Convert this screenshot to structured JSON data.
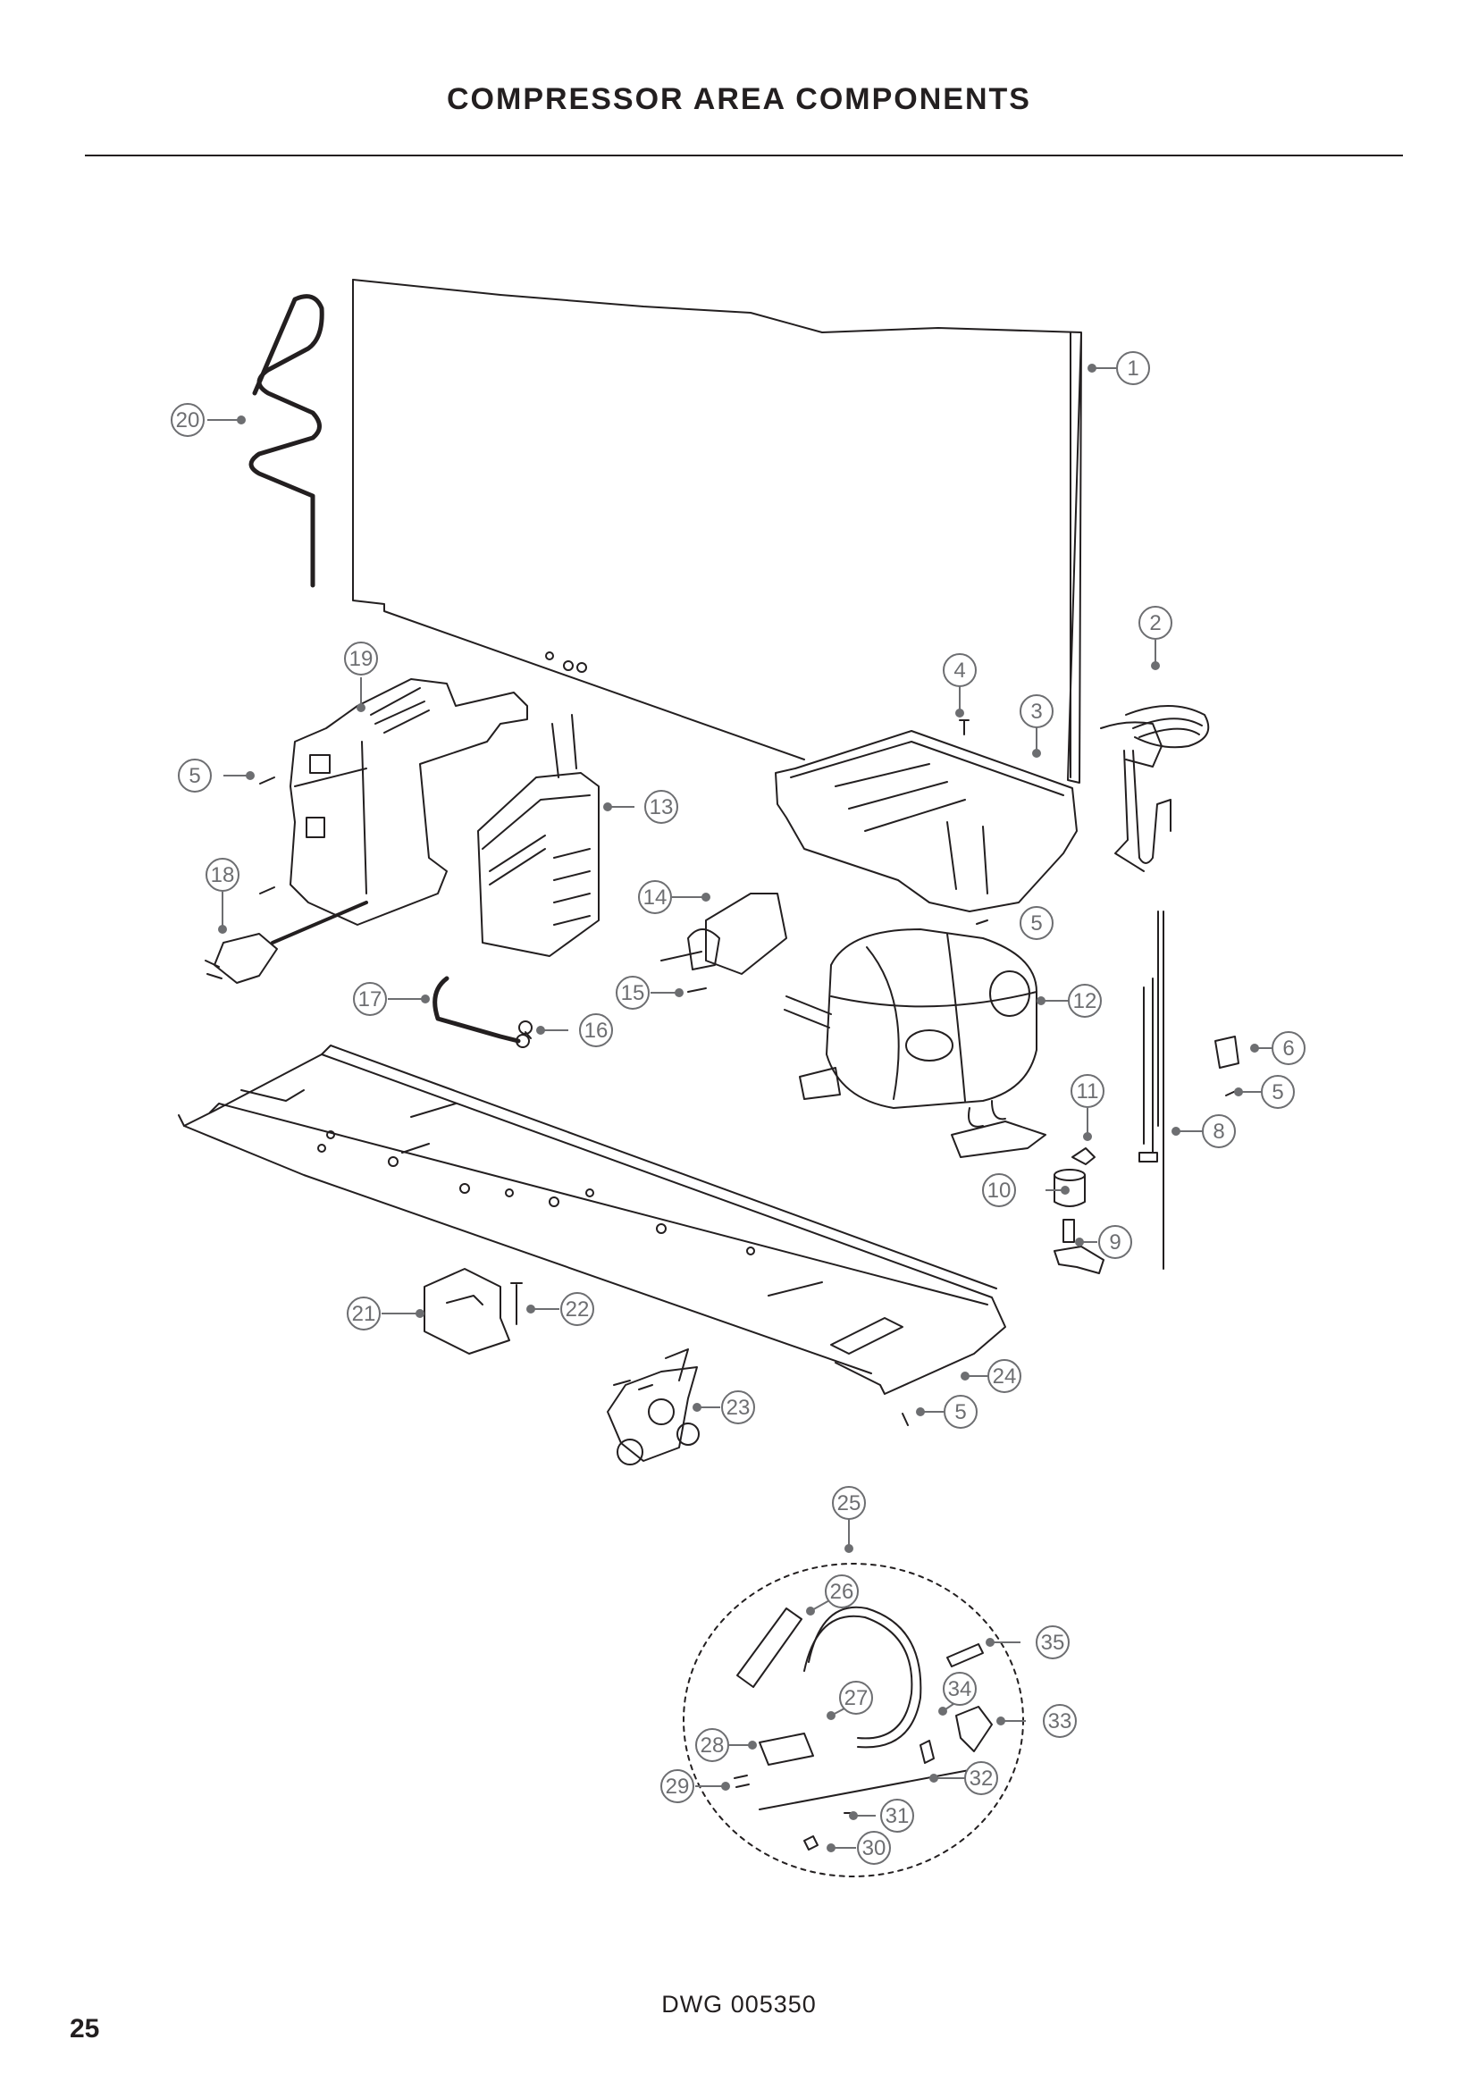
{
  "header": {
    "title": "COMPRESSOR AREA COMPONENTS"
  },
  "diagram": {
    "callouts": [
      "1",
      "2",
      "3",
      "4",
      "5",
      "6",
      "8",
      "9",
      "10",
      "11",
      "12",
      "13",
      "14",
      "15",
      "16",
      "17",
      "18",
      "19",
      "20",
      "21",
      "22",
      "23",
      "24",
      "25",
      "26",
      "27",
      "28",
      "29",
      "30",
      "31",
      "32",
      "33",
      "34",
      "35"
    ],
    "repeated_callouts": {
      "5": 5
    }
  },
  "footer": {
    "drawing_number": "DWG 005350",
    "page_number": "25"
  },
  "colors": {
    "line": "#231f20",
    "callout": "#6d6e71"
  }
}
